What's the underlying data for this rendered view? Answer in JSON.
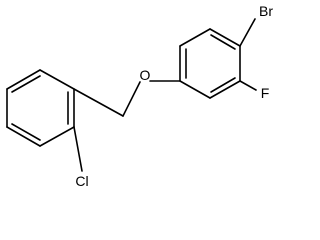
{
  "molecule": {
    "atoms": {
      "oxygen": "O",
      "bromine": "Br",
      "fluorine": "F",
      "chlorine": "Cl"
    },
    "colors": {
      "bond": "#000000",
      "label": "#000000",
      "background": "#ffffff"
    }
  }
}
